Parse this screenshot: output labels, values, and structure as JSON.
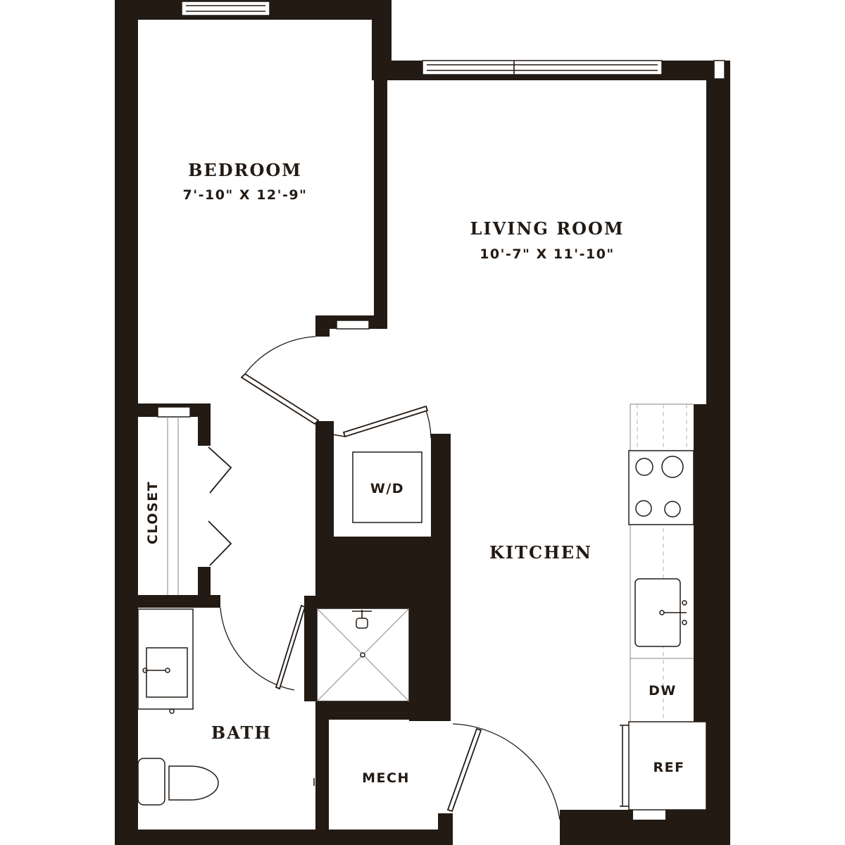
{
  "rooms": {
    "bedroom": {
      "name": "BEDROOM",
      "dimensions": "7'-10\" X 12'-9\""
    },
    "living_room": {
      "name": "LIVING ROOM",
      "dimensions": "10'-7\" X 11'-10\""
    },
    "kitchen": {
      "name": "KITCHEN"
    },
    "bath": {
      "name": "BATH"
    },
    "closet": {
      "name": "CLOSET"
    },
    "mech": {
      "name": "MECH"
    }
  },
  "fixtures": {
    "washer_dryer": "W/D",
    "dishwasher": "DW",
    "refrigerator": "REF"
  },
  "colors": {
    "wall": "#231a14",
    "background": "#ffffff"
  }
}
